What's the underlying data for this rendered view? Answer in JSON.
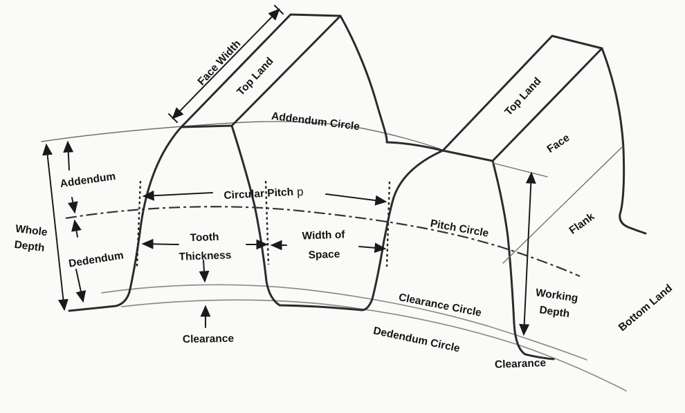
{
  "figure": {
    "title": "Gear tooth nomenclature diagram",
    "background_color": "#fafaf8",
    "profile_line_color": "#2b2b2b",
    "thin_arc_color": "#8c8c8c",
    "dimension_color": "#1a1a1a",
    "text_color": "#141414",
    "labels": {
      "face_width": "Face Width",
      "top_land_left": "Top Land",
      "top_land_right": "Top Land",
      "addendum_circle": "Addendum Circle",
      "circular_pitch": "Circular Pitch",
      "circular_pitch_symbol": "p",
      "pitch_circle": "Pitch Circle",
      "tooth_thickness_line1": "Tooth",
      "tooth_thickness_line2": "Thickness",
      "width_of_space_line1": "Width of",
      "width_of_space_line2": "Space",
      "whole_depth_line1": "Whole",
      "whole_depth_line2": "Depth",
      "addendum": "Addendum",
      "dedendum": "Dedendum",
      "clearance_left": "Clearance",
      "clearance_circle": "Clearance Circle",
      "dedendum_circle": "Dedendum Circle",
      "working_depth_line1": "Working",
      "working_depth_line2": "Depth",
      "face": "Face",
      "flank": "Flank",
      "bottom_land": "Bottom Land",
      "clearance_right": "Clearance"
    }
  }
}
